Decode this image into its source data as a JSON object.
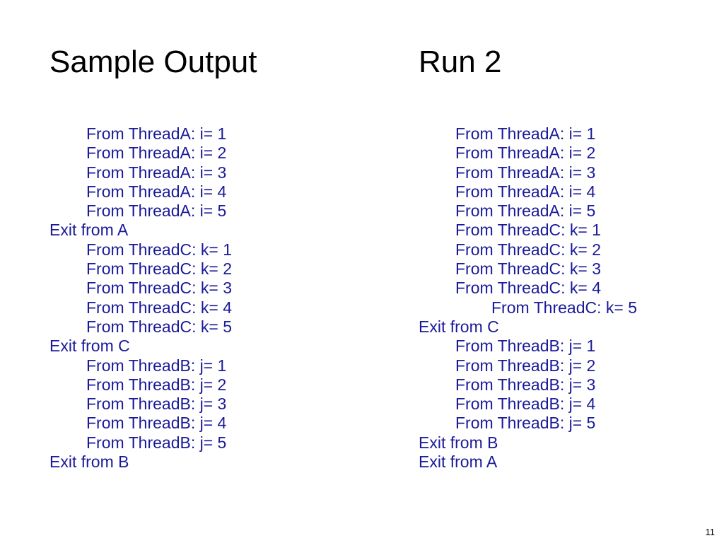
{
  "slide": {
    "title_left": "Sample Output",
    "title_right": "Run 2",
    "page_number": "11",
    "text_color": "#1a1a99"
  },
  "left_column": [
    {
      "text": "From ThreadA: i= 1",
      "level": 1
    },
    {
      "text": "From ThreadA: i= 2",
      "level": 1
    },
    {
      "text": "From ThreadA: i= 3",
      "level": 1
    },
    {
      "text": "From ThreadA: i= 4",
      "level": 1
    },
    {
      "text": "From ThreadA: i= 5",
      "level": 1
    },
    {
      "text": "Exit from A",
      "level": 0
    },
    {
      "text": "From ThreadC: k= 1",
      "level": 1
    },
    {
      "text": "From ThreadC: k= 2",
      "level": 1
    },
    {
      "text": "From ThreadC: k= 3",
      "level": 1
    },
    {
      "text": "From ThreadC: k= 4",
      "level": 1
    },
    {
      "text": "From ThreadC: k= 5",
      "level": 1
    },
    {
      "text": "Exit from C",
      "level": 0
    },
    {
      "text": "From ThreadB: j= 1",
      "level": 1
    },
    {
      "text": "From ThreadB: j= 2",
      "level": 1
    },
    {
      "text": "From ThreadB: j= 3",
      "level": 1
    },
    {
      "text": "From ThreadB: j= 4",
      "level": 1
    },
    {
      "text": "From ThreadB: j= 5",
      "level": 1
    },
    {
      "text": "Exit from B",
      "level": 0
    }
  ],
  "right_column": [
    {
      "text": "From ThreadA: i= 1",
      "level": 1
    },
    {
      "text": "From ThreadA: i= 2",
      "level": 1
    },
    {
      "text": "From ThreadA: i= 3",
      "level": 1
    },
    {
      "text": "From ThreadA: i= 4",
      "level": 1
    },
    {
      "text": "From ThreadA: i= 5",
      "level": 1
    },
    {
      "text": "From ThreadC: k= 1",
      "level": 1
    },
    {
      "text": "From ThreadC: k= 2",
      "level": 1
    },
    {
      "text": "From ThreadC: k= 3",
      "level": 1
    },
    {
      "text": "From ThreadC: k= 4",
      "level": 1
    },
    {
      "text": "From ThreadC: k= 5",
      "level": 2
    },
    {
      "text": "Exit from C",
      "level": 0
    },
    {
      "text": "From ThreadB: j= 1",
      "level": 1
    },
    {
      "text": "From ThreadB: j= 2",
      "level": 1
    },
    {
      "text": "From ThreadB: j= 3",
      "level": 1
    },
    {
      "text": "From ThreadB: j= 4",
      "level": 1
    },
    {
      "text": "From ThreadB: j= 5",
      "level": 1
    },
    {
      "text": "Exit from B",
      "level": 0
    },
    {
      "text": "Exit from A",
      "level": 0
    }
  ]
}
